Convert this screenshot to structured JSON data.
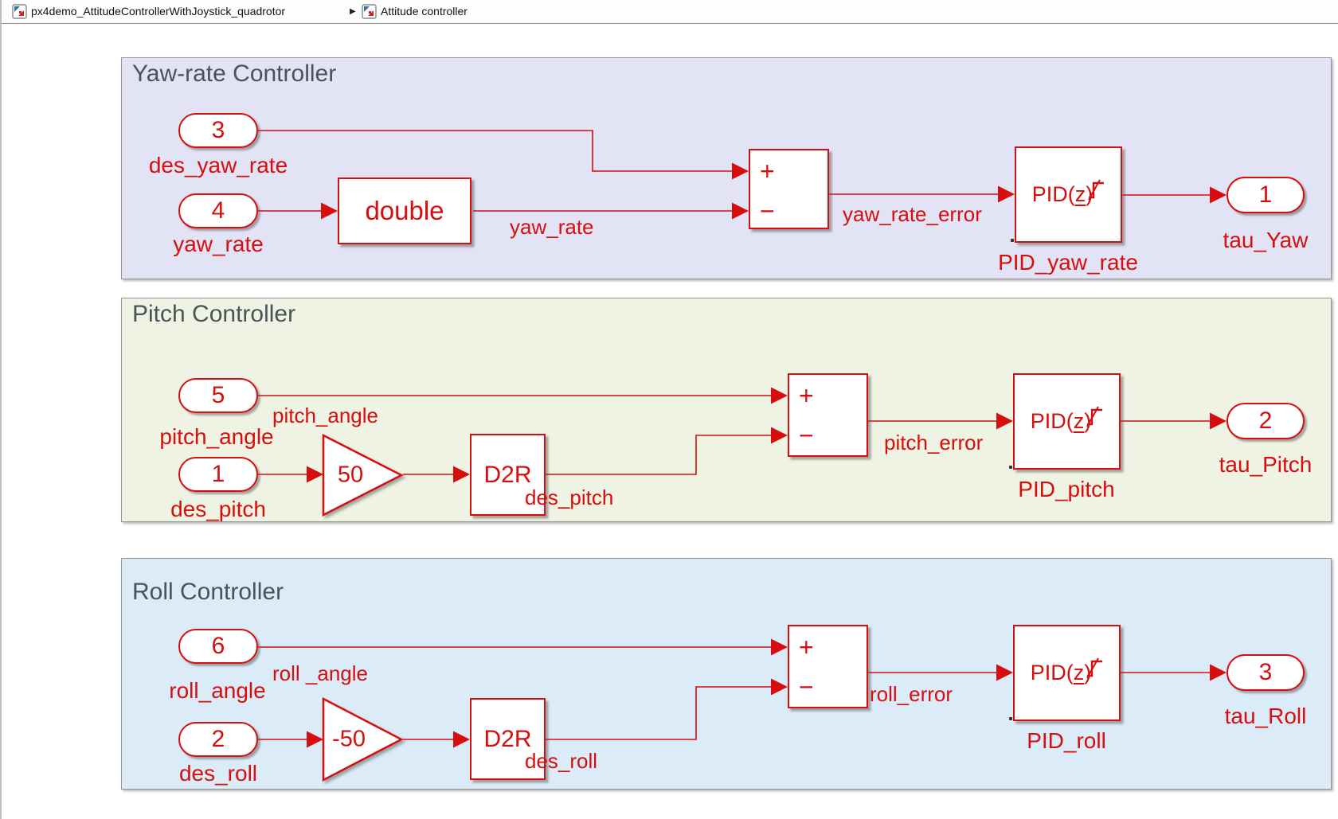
{
  "breadcrumb": {
    "model": "px4demo_AttitudeControllerWithJoystick_quadrotor",
    "separator": "▶",
    "subsystem": "Attitude controller"
  },
  "sum_signs": {
    "plus": "+",
    "minus": "−"
  },
  "pid_face": {
    "prefix": "PID(",
    "z": "z",
    "suffix": ")"
  },
  "colors": {
    "red": "#D60E0E",
    "yaw_bg": "#E3E3F6",
    "pitch_bg": "#EEF3E3",
    "roll_bg": "#DBEBF7",
    "title_color": "#4D5257",
    "area_border": "#949494"
  },
  "controllers": {
    "yaw": {
      "title": "Yaw-rate Controller",
      "inport_top_number": "3",
      "inport_top_label": "des_yaw_rate",
      "inport_bottom_number": "4",
      "inport_bottom_label": "yaw_rate",
      "conversion_block": "double",
      "signal_mid": "yaw_rate",
      "error_signal": "yaw_rate_error",
      "pid_label": "PID_yaw_rate",
      "outport_number": "1",
      "outport_label": "tau_Yaw"
    },
    "pitch": {
      "title": "Pitch Controller",
      "inport_top_number": "5",
      "inport_top_label": "pitch_angle",
      "signal_top": "pitch_angle",
      "inport_bottom_number": "1",
      "inport_bottom_label": "des_pitch",
      "gain": "50",
      "d2r": "D2R",
      "signal_mid": "des_pitch",
      "error_signal": "pitch_error",
      "pid_label": "PID_pitch",
      "outport_number": "2",
      "outport_label": "tau_Pitch"
    },
    "roll": {
      "title": "Roll Controller",
      "inport_top_number": "6",
      "inport_top_label": "roll_angle",
      "signal_top": "roll _angle",
      "inport_bottom_number": "2",
      "inport_bottom_label": "des_roll",
      "gain": "-50",
      "d2r": "D2R",
      "signal_mid": "des_roll",
      "error_signal": "roll_error",
      "pid_label": "PID_roll",
      "outport_number": "3",
      "outport_label": "tau_Roll"
    }
  }
}
